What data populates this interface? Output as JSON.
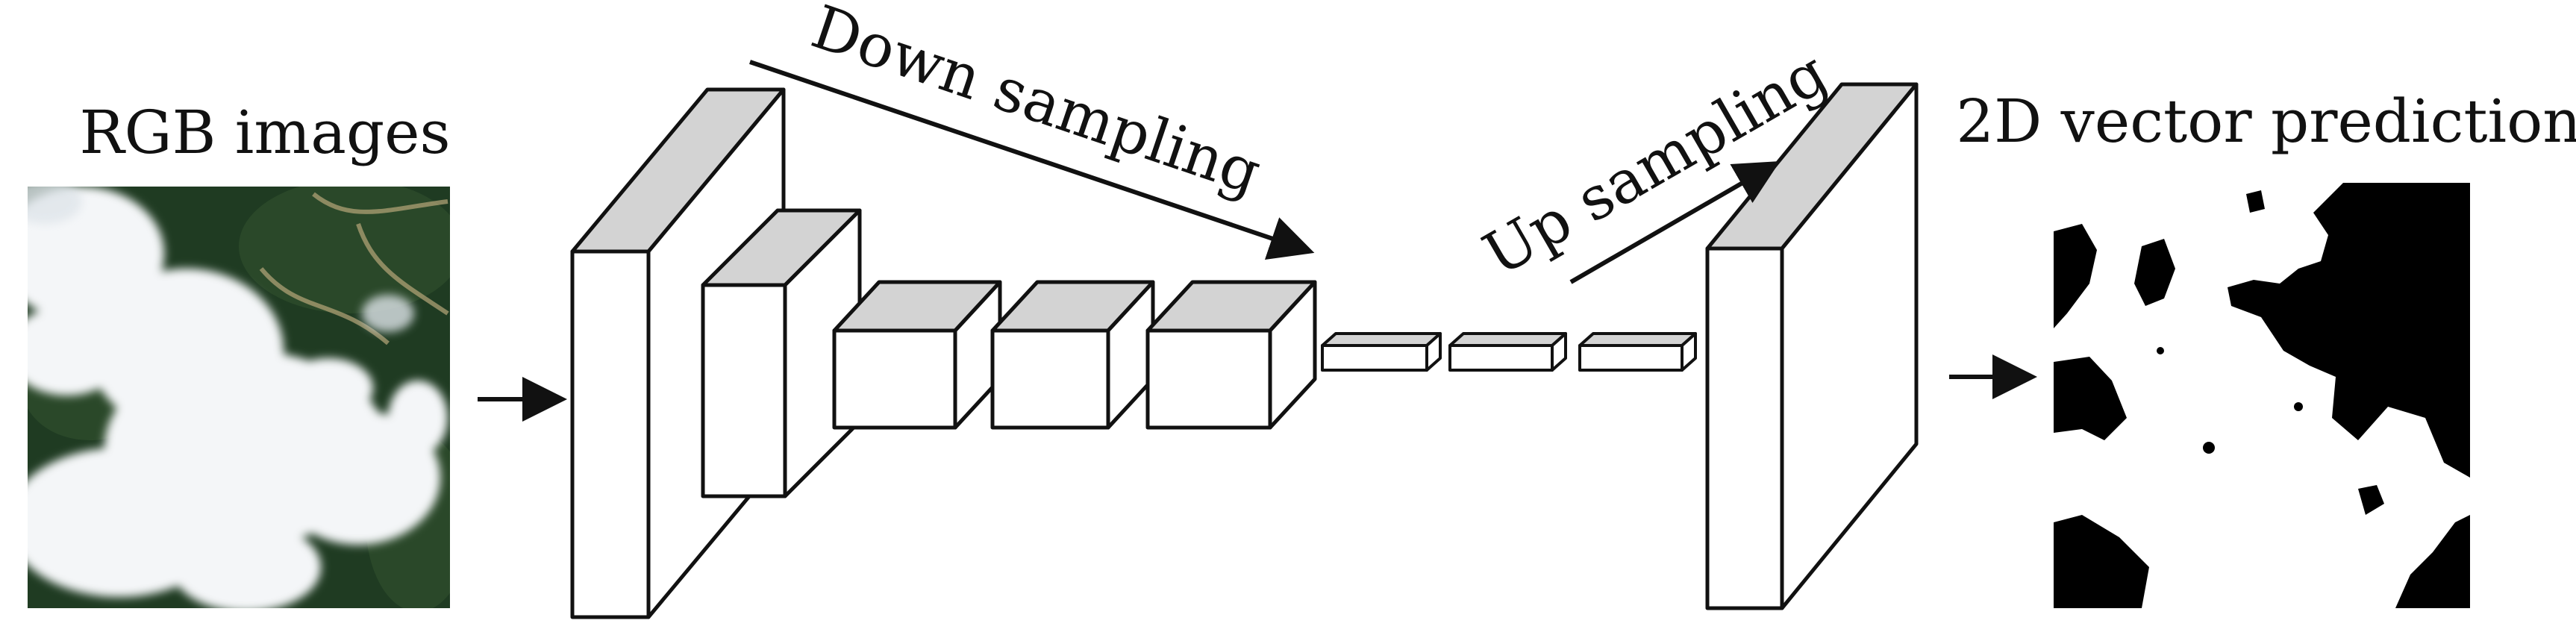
{
  "input": {
    "title": "RGB images",
    "image_desc": "satellite-photo"
  },
  "output": {
    "title": "2D vector prediction",
    "image_desc": "binary-mask"
  },
  "network": {
    "down_label": "Down sampling",
    "up_label": "Up sampling"
  },
  "colors": {
    "top_face": "#d3d3d3",
    "front_face": "#ffffff",
    "stroke": "#111111",
    "forest": "#1f3b22",
    "cloud": "#f4f6f8",
    "mask_black": "#000000",
    "mask_white": "#ffffff"
  }
}
